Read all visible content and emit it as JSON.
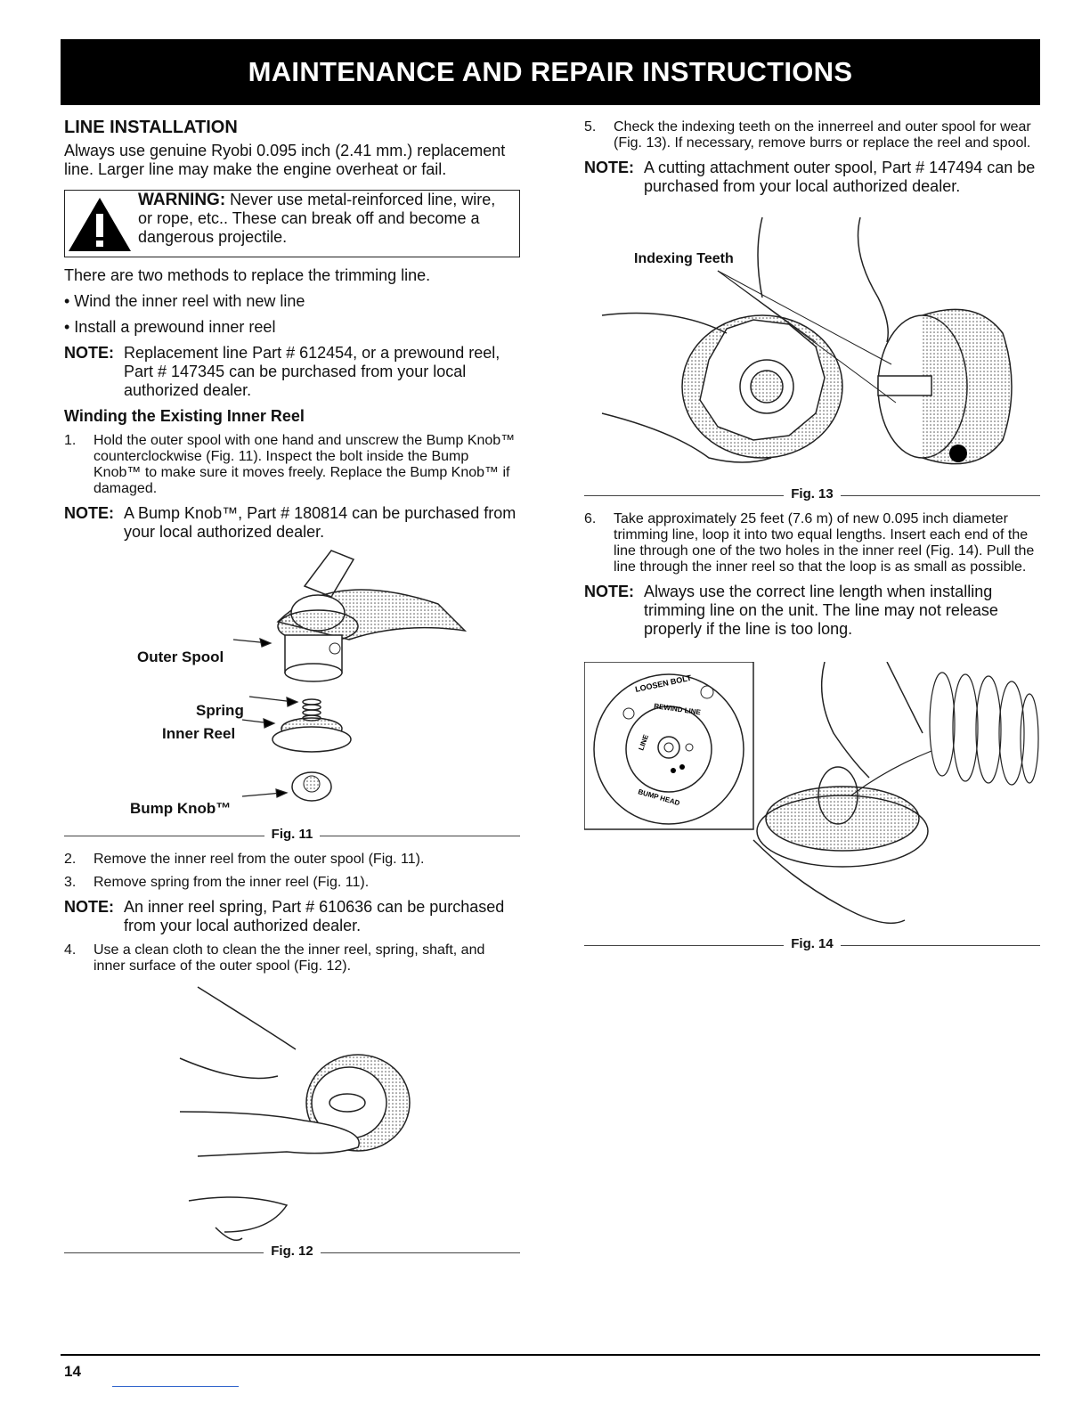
{
  "header": {
    "title": "MAINTENANCE AND REPAIR INSTRUCTIONS"
  },
  "left": {
    "section_title": "LINE INSTALLATION",
    "intro": "Always use genuine Ryobi 0.095 inch (2.41 mm.) replacement line. Larger line may make the engine overheat or fail.",
    "warning": {
      "label": "WARNING:",
      "text": " Never use metal-reinforced line, wire, or rope, etc.. These can break off and become a dangerous projectile."
    },
    "methods_intro": "There are two methods to replace the trimming line.",
    "bullets": [
      "• Wind the inner reel with new line",
      "• Install a prewound inner reel"
    ],
    "note1": {
      "label": "NOTE:",
      "text": "Replacement line Part # 612454, or a prewound reel, Part # 147345 can be purchased from your local authorized dealer."
    },
    "subsection_title": "Winding the Existing Inner Reel",
    "step1": {
      "num": "1.",
      "text": "Hold the outer spool with one hand and unscrew the Bump Knob™ counterclockwise (Fig. 11). Inspect the bolt inside the Bump Knob™ to make sure it moves freely. Replace the Bump Knob™ if damaged."
    },
    "note2": {
      "label": "NOTE:",
      "text": "A Bump Knob™, Part # 180814 can be purchased from your local authorized dealer."
    },
    "fig11": {
      "caption": "Fig. 11",
      "labels": {
        "outer_spool": "Outer Spool",
        "spring": "Spring",
        "inner_reel": "Inner Reel",
        "bump_knob": "Bump Knob™"
      }
    },
    "step2": {
      "num": "2.",
      "text": "Remove the inner reel from the outer spool (Fig. 11)."
    },
    "step3": {
      "num": "3.",
      "text": "Remove spring from the inner reel (Fig. 11)."
    },
    "note3": {
      "label": "NOTE:",
      "text": "An inner reel spring, Part # 610636 can be purchased from your local authorized dealer."
    },
    "step4": {
      "num": "4.",
      "text": "Use a clean cloth to clean the the inner reel, spring, shaft, and inner surface of the outer spool (Fig. 12)."
    },
    "fig12": {
      "caption": "Fig. 12"
    }
  },
  "right": {
    "step5": {
      "num": "5.",
      "text": "Check the indexing teeth on the innerreel and outer spool for wear (Fig. 13). If necessary, remove burrs or replace the reel and spool."
    },
    "note4": {
      "label": "NOTE:",
      "text": "A cutting attachment outer spool, Part # 147494 can be purchased from your local authorized dealer."
    },
    "fig13": {
      "caption": "Fig. 13",
      "label": "Indexing Teeth"
    },
    "step6": {
      "num": "6.",
      "text": "Take approximately 25 feet (7.6 m) of new 0.095 inch diameter trimming line, loop it into two equal lengths. Insert each end of the line through one of the two holes in the inner reel (Fig. 14). Pull the line through the inner reel so that the loop is as small as possible."
    },
    "note5": {
      "label": "NOTE:",
      "text": "Always use the correct line length when installing trimming line on the unit. The line may not release properly if the line is too long."
    },
    "fig14": {
      "caption": "Fig. 14",
      "reel_labels": {
        "loosen_bolt": "LOOSEN BOLT",
        "rewind_line": "REWIND LINE",
        "bump_head": "BUMP HEAD",
        "line": "LINE"
      }
    }
  },
  "footer": {
    "page_number": "14"
  }
}
